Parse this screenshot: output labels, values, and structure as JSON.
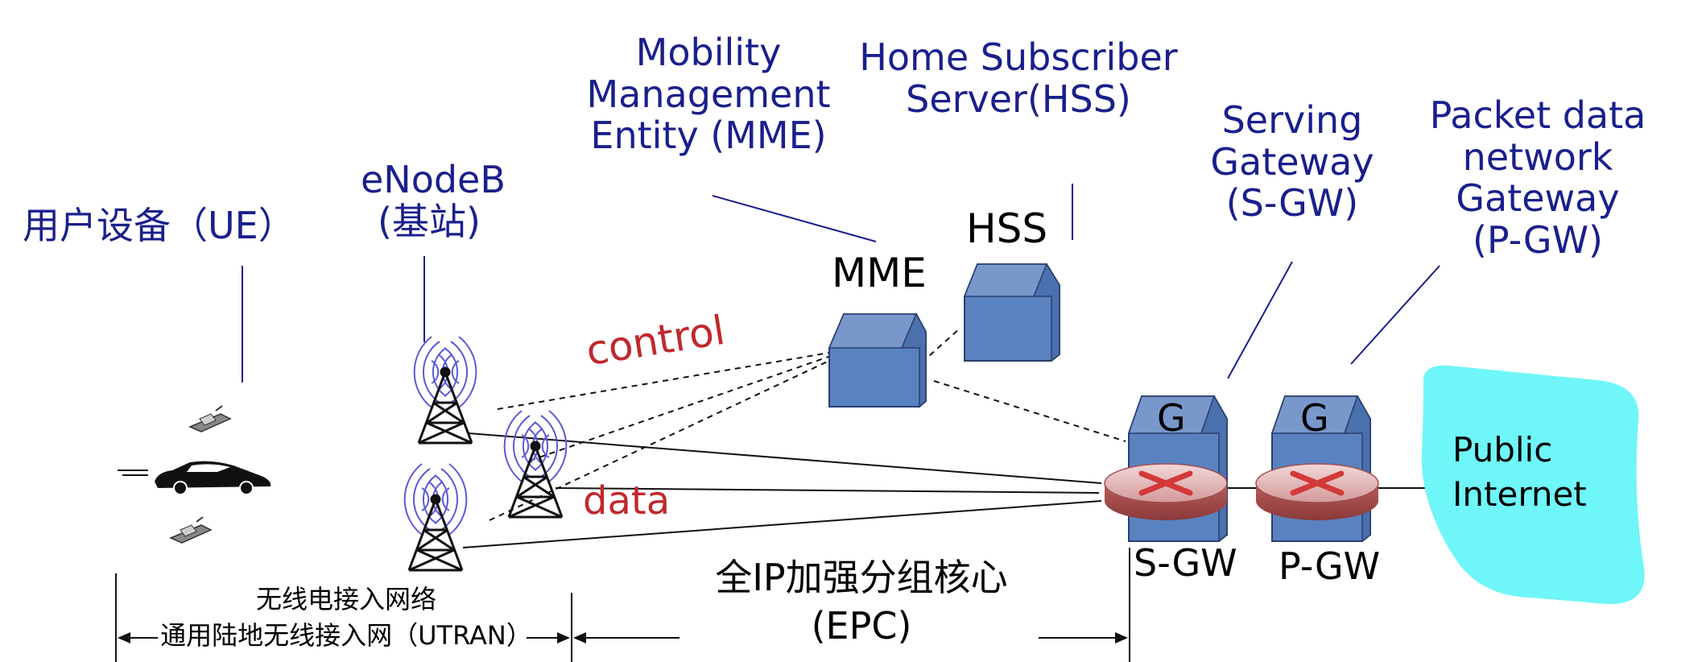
{
  "labels": {
    "ue": "用户设备（UE）",
    "enodeb_line1": "eNodeB",
    "enodeb_line2": "(基站)",
    "mme_line1": "Mobility",
    "mme_line2": "Management",
    "mme_line3": "Entity (MME)",
    "hss_line1": "Home Subscriber",
    "hss_line2": "Server(HSS)",
    "sgw_line1": "Serving",
    "sgw_line2": "Gateway",
    "sgw_line3": "(S-GW)",
    "pgw_line1": "Packet data",
    "pgw_line2": "network",
    "pgw_line3": "Gateway",
    "pgw_line4": "(P-GW)"
  },
  "nodes": {
    "mme": "MME",
    "hss": "HSS",
    "sgw_g": "G",
    "pgw_g": "G",
    "sgw": "S-GW",
    "pgw": "P-GW",
    "internet_line1": "Public",
    "internet_line2": "Internet"
  },
  "paths": {
    "control": "control",
    "data": "data"
  },
  "bottom": {
    "ran_line1": "无线电接入网络",
    "ran_line2": "通用陆地无线接入网（UTRAN）",
    "epc_line1": "全IP加强分组核心",
    "epc_line2": "(EPC)"
  },
  "colors": {
    "label_blue": "#1a1f8c",
    "box_blue": "#5a82c0",
    "path_red": "#c0282d",
    "internet_cyan": "#6ff6f8",
    "router_red": "#c87a7a"
  }
}
